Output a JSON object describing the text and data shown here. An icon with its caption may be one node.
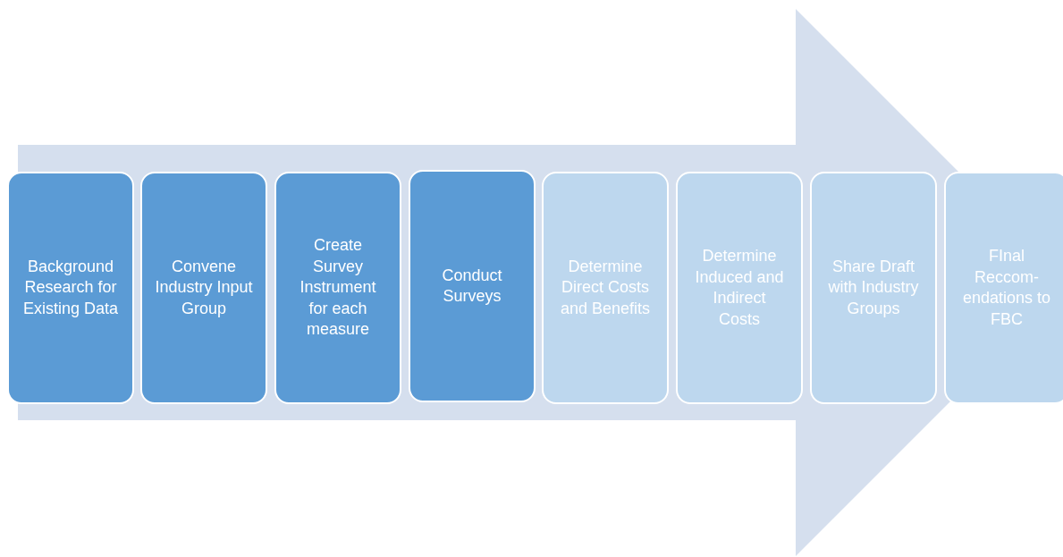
{
  "diagram": {
    "nodes": [
      {
        "text": [
          "Background Research for Existing Data"
        ]
      },
      {
        "text": [
          "Convene Industry Input Group"
        ]
      },
      {
        "text": [
          "Create Survey Instrument for each measure"
        ]
      },
      {
        "text": [
          "Conduct Surveys"
        ]
      },
      {
        "text": [
          "Determine Direct Costs and Benefits"
        ]
      },
      {
        "text": [
          "Determine Induced and Indirect Costs"
        ]
      },
      {
        "text": [
          "Share Draft with Industry Groups"
        ]
      },
      {
        "text": [
          "FInal Reccom-endations to FBC"
        ]
      }
    ],
    "edges": [
      {
        "from": 0,
        "to": 7,
        "arrow": "to"
      }
    ]
  }
}
